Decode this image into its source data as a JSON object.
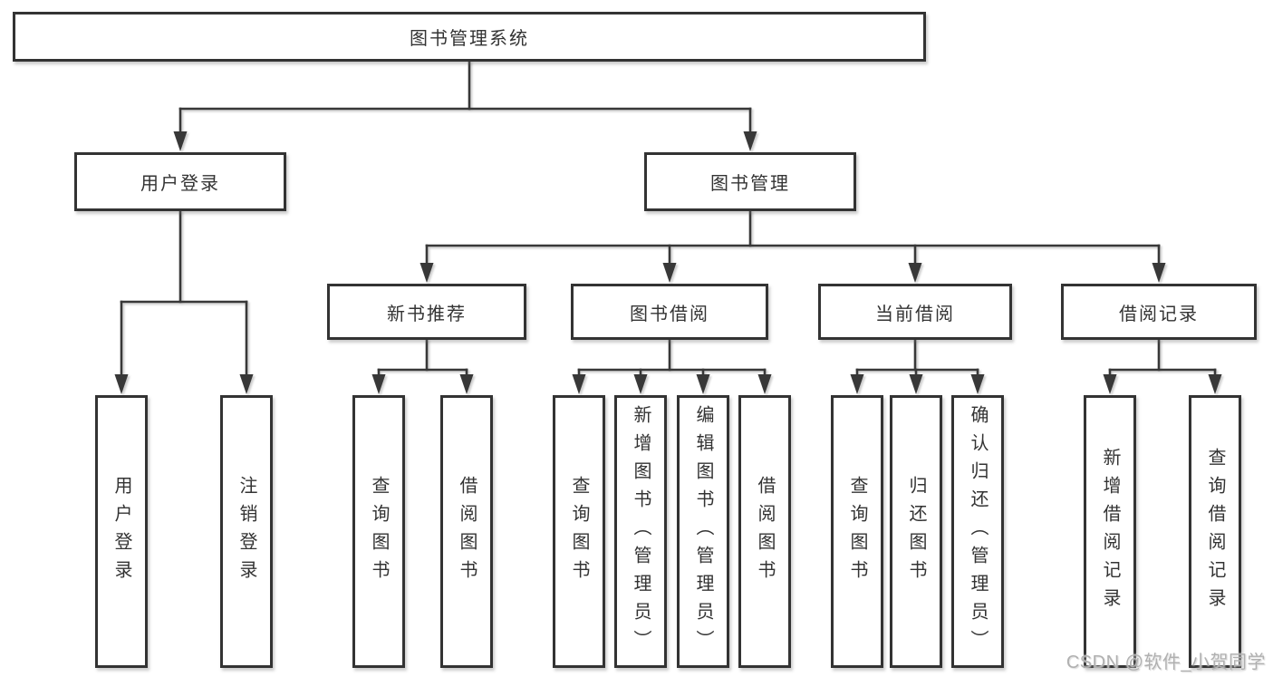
{
  "nodes": {
    "root": {
      "label": "图书管理系统"
    },
    "user_login": {
      "label": "用户登录"
    },
    "book_mgmt": {
      "label": "图书管理"
    },
    "new_book_rec": {
      "label": "新书推荐"
    },
    "book_borrow": {
      "label": "图书借阅"
    },
    "current_borrow": {
      "label": "当前借阅"
    },
    "borrow_records": {
      "label": "借阅记录"
    },
    "leaf_user_login": {
      "label": "用户登录"
    },
    "leaf_logout": {
      "label": "注销登录"
    },
    "leaf_query_book_rec": {
      "label": "查询图书"
    },
    "leaf_borrow_book_rec": {
      "label": "借阅图书"
    },
    "leaf_query_book_borrow": {
      "label": "查询图书"
    },
    "leaf_add_book": {
      "label": "新增图书（管理员）"
    },
    "leaf_edit_book": {
      "label": "编辑图书（管理员）"
    },
    "leaf_borrow_book": {
      "label": "借阅图书"
    },
    "leaf_query_book_current": {
      "label": "查询图书"
    },
    "leaf_return_book": {
      "label": "归还图书"
    },
    "leaf_confirm_return": {
      "label": "确认归还（管理员）"
    },
    "leaf_add_borrow_record": {
      "label": "新增借阅记录"
    },
    "leaf_query_borrow_record": {
      "label": "查询借阅记录"
    }
  },
  "edges": [
    {
      "from": "图书管理系统",
      "to": "用户登录"
    },
    {
      "from": "图书管理系统",
      "to": "图书管理"
    },
    {
      "from": "用户登录",
      "to": "用户登录"
    },
    {
      "from": "用户登录",
      "to": "注销登录"
    },
    {
      "from": "图书管理",
      "to": "新书推荐"
    },
    {
      "from": "图书管理",
      "to": "图书借阅"
    },
    {
      "from": "图书管理",
      "to": "当前借阅"
    },
    {
      "from": "图书管理",
      "to": "借阅记录"
    },
    {
      "from": "新书推荐",
      "to": "查询图书"
    },
    {
      "from": "新书推荐",
      "to": "借阅图书"
    },
    {
      "from": "图书借阅",
      "to": "查询图书"
    },
    {
      "from": "图书借阅",
      "to": "新增图书（管理员）"
    },
    {
      "from": "图书借阅",
      "to": "编辑图书（管理员）"
    },
    {
      "from": "图书借阅",
      "to": "借阅图书"
    },
    {
      "from": "当前借阅",
      "to": "查询图书"
    },
    {
      "from": "当前借阅",
      "to": "归还图书"
    },
    {
      "from": "当前借阅",
      "to": "确认归还（管理员）"
    },
    {
      "from": "借阅记录",
      "to": "新增借阅记录"
    },
    {
      "from": "借阅记录",
      "to": "查询借阅记录"
    }
  ],
  "watermark": {
    "text": "CSDN @软件_小贺同学"
  },
  "colors": {
    "background": "#ffffff",
    "line": "#383838",
    "node_border": "#333333",
    "node_text": "#333333",
    "node_fill": "#ffffff",
    "watermark_text": "#b0b0b0"
  }
}
